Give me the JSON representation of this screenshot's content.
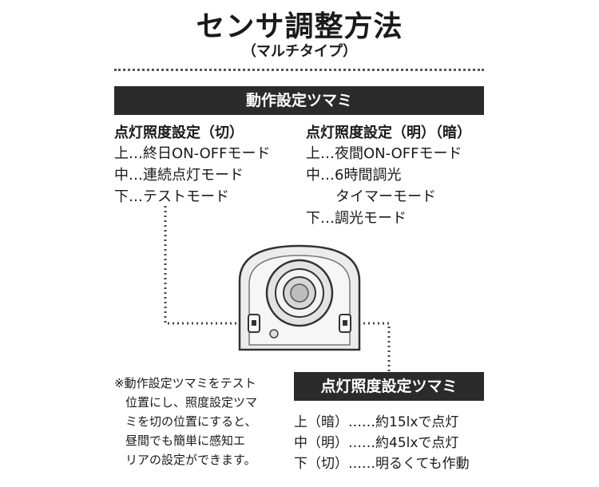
{
  "title": "センサ調整方法",
  "subtitle": "（マルチタイプ）",
  "mode_knob": {
    "header": "動作設定ツマミ",
    "left_column": {
      "heading": "点灯照度設定（切）",
      "lines": [
        "上…終日ON-OFFモード",
        "中…連続点灯モード",
        "下…テストモード"
      ]
    },
    "right_column": {
      "heading": "点灯照度設定（明）（暗）",
      "lines": [
        "上…夜間ON-OFFモード",
        "中…6時間調光",
        "タイマーモード",
        "下…調光モード"
      ]
    }
  },
  "note": {
    "lines": [
      "※動作設定ツマミをテスト",
      "位置にし、照度設定ツマ",
      "ミを切の位置にすると、",
      "昼間でも簡単に感知エ",
      "リアの設定ができます。"
    ]
  },
  "lux_knob": {
    "header": "点灯照度設定ツマミ",
    "lines": [
      "上（暗）……約15lxで点灯",
      "中（明）……約45lxで点灯",
      "下（切）……明るくても作動"
    ]
  },
  "colors": {
    "bar": "#2b2b2b",
    "text": "#1a1a1a",
    "sensor_body": "#ececec"
  },
  "icons": [
    "sensor-unit-illustration"
  ]
}
